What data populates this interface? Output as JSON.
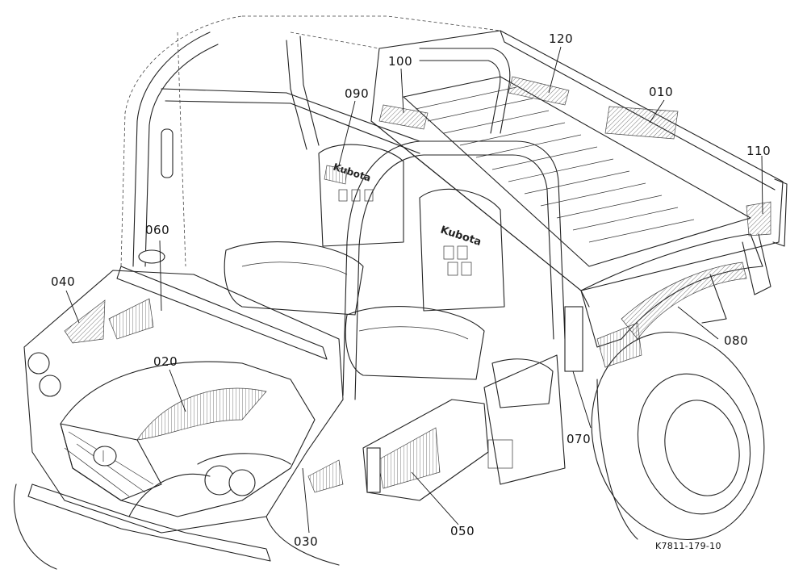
{
  "callouts": [
    {
      "id": "010",
      "label": "010"
    },
    {
      "id": "020",
      "label": "020"
    },
    {
      "id": "030",
      "label": "030"
    },
    {
      "id": "040",
      "label": "040"
    },
    {
      "id": "050",
      "label": "050"
    },
    {
      "id": "060",
      "label": "060"
    },
    {
      "id": "070",
      "label": "070"
    },
    {
      "id": "080",
      "label": "080"
    },
    {
      "id": "090",
      "label": "090"
    },
    {
      "id": "100",
      "label": "100"
    },
    {
      "id": "110",
      "label": "110"
    },
    {
      "id": "120",
      "label": "120"
    }
  ],
  "figure_code": "K7811-179-10",
  "brand_marks": [
    "Kubota",
    "Kubota"
  ]
}
